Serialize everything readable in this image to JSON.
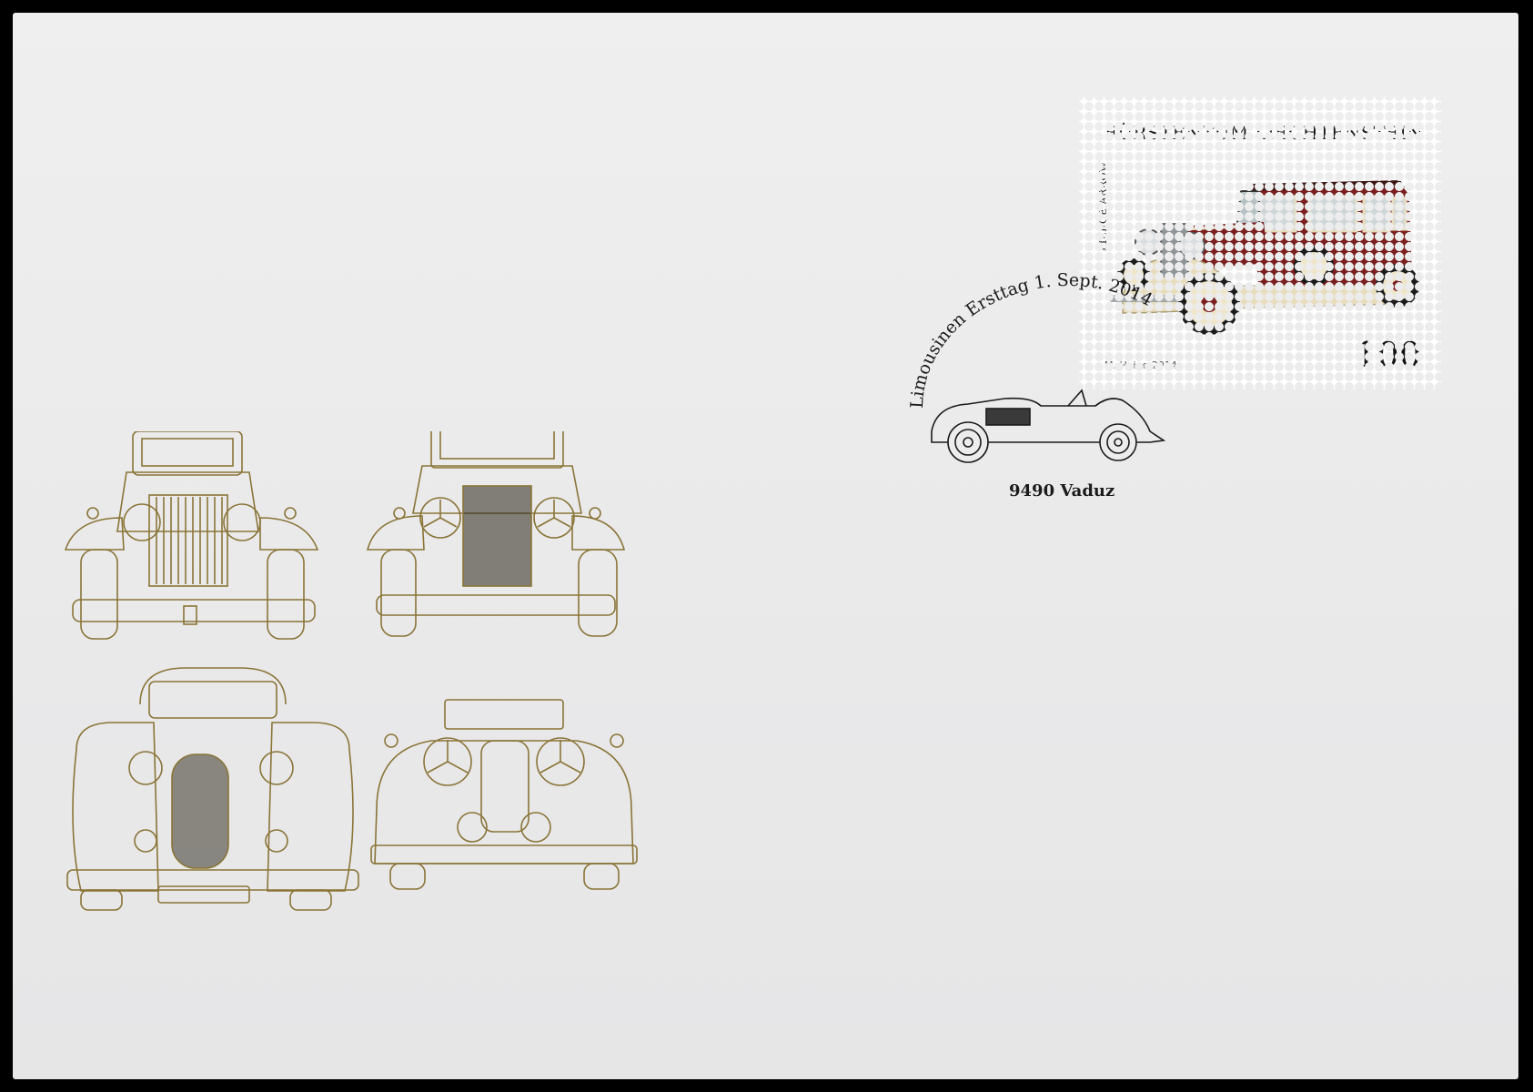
{
  "stamp": {
    "country": "FÜRSTENTUM LIECHTENSTEIN",
    "car_name": "PIERCE ARROW",
    "value": "100",
    "artist": "M. Heine  2014"
  },
  "postmark": {
    "arc_text": "Limousinen  Ersttag 1. Sept. 2014",
    "place": "9490 Vaduz"
  },
  "colors": {
    "gold_line": "#8a7437",
    "car_body": "#7a1e1e",
    "car_cream": "#e7dcbc"
  }
}
